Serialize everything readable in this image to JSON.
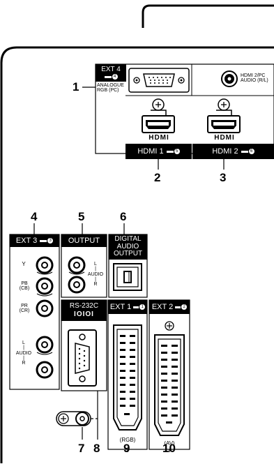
{
  "callouts": {
    "c1": "1",
    "c2": "2",
    "c3": "3",
    "c4": "4",
    "c5": "5",
    "c6": "6",
    "c7": "7",
    "c8": "8",
    "c9": "9",
    "c10": "10"
  },
  "ext4": {
    "name": "EXT 4",
    "sub1": "ANALOGUE",
    "sub2": "RGB (PC)"
  },
  "hdmi_pc_audio": {
    "line1": "HDMI 2/PC",
    "line2": "AUDIO (R/L)"
  },
  "hdmi1": {
    "logo": "HDMI",
    "label": "HDMI 1"
  },
  "hdmi2": {
    "logo": "HDMI",
    "label": "HDMI 2"
  },
  "ext3": {
    "name": "EXT 3",
    "y": "Y",
    "pb": "PB",
    "pb_alt": "(CB)",
    "pr": "PR",
    "pr_alt": "(CR)",
    "audio_l": "L",
    "audio_word": "AUDIO",
    "audio_r": "R"
  },
  "output": {
    "name": "OUTPUT",
    "l": "L",
    "audio": "AUDIO",
    "r": "R"
  },
  "digital_audio": {
    "line1": "DIGITAL",
    "line2": "AUDIO",
    "line3": "OUTPUT"
  },
  "rs232c": {
    "name": "RS-232C",
    "bits": "IOIOI"
  },
  "ext1": {
    "name": "EXT 1",
    "sub": "(RGB)"
  },
  "ext2": {
    "name": "EXT 2",
    "sub": "(AV)"
  },
  "badge_digits": {
    "ext4": "4",
    "hdmi1": "5",
    "hdmi2": "6",
    "ext3": "3",
    "ext1": "1",
    "ext2": "2"
  }
}
